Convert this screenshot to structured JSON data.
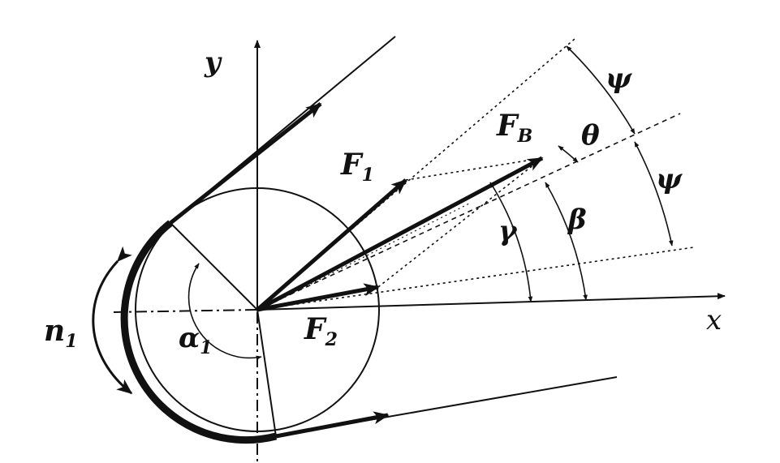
{
  "labels": {
    "y_axis": "y",
    "x_axis": "x",
    "rotation": "n",
    "rotation_sub": "1",
    "wrap_angle": "α",
    "wrap_angle_sub": "1",
    "tension_tight": "F",
    "tension_tight_sub": "1",
    "tension_slack": "F",
    "tension_slack_sub": "2",
    "resultant": "F",
    "resultant_sub": "B",
    "angle_theta": "θ",
    "angle_gamma": "γ",
    "angle_beta": "β",
    "angle_psi_upper": "ψ",
    "angle_psi_lower": "ψ"
  },
  "colors": {
    "ink": "#111111",
    "background": "#ffffff"
  }
}
